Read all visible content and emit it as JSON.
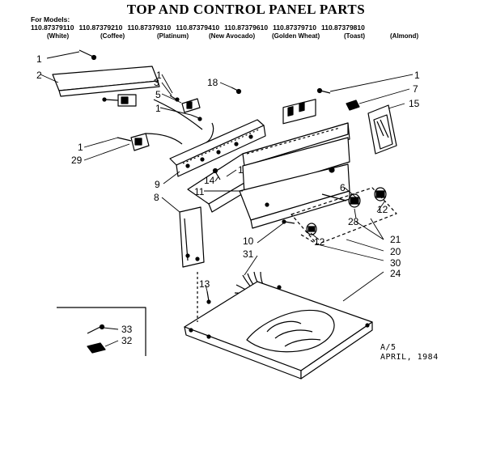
{
  "title": "TOP AND CONTROL PANEL PARTS",
  "models_label": "For Models:",
  "models": [
    {
      "number": "110.87379110",
      "color": "(White)"
    },
    {
      "number": "110.87379210",
      "color": "(Coffee)"
    },
    {
      "number": "110.87379310",
      "color": "(Platinum)"
    },
    {
      "number": "110.87379410",
      "color": "(New Avocado)"
    },
    {
      "number": "110.87379610",
      "color": "(Golden Wheat)"
    },
    {
      "number": "110.87379710",
      "color": "(Toast)"
    },
    {
      "number": "110.87379810",
      "color": "(Almond)"
    }
  ],
  "callouts": {
    "c1a": "1",
    "c2": "2",
    "c3": "3",
    "c1b": "1",
    "c5": "5",
    "c1c": "1",
    "c18": "18",
    "c1d": "1",
    "c7": "7",
    "c15": "15",
    "c1e": "1",
    "c29": "29",
    "c9": "9",
    "c14": "14",
    "c1f": "1",
    "c11": "11",
    "c8": "8",
    "c6": "6",
    "c12a": "12",
    "c28": "28",
    "c21": "21",
    "c10": "10",
    "c31": "31",
    "c12b": "12",
    "c20": "20",
    "c30": "30",
    "c24": "24",
    "c13": "13",
    "c33": "33",
    "c32": "32"
  },
  "footer": {
    "line1": "A/5",
    "line2": "APRIL, 1984"
  }
}
